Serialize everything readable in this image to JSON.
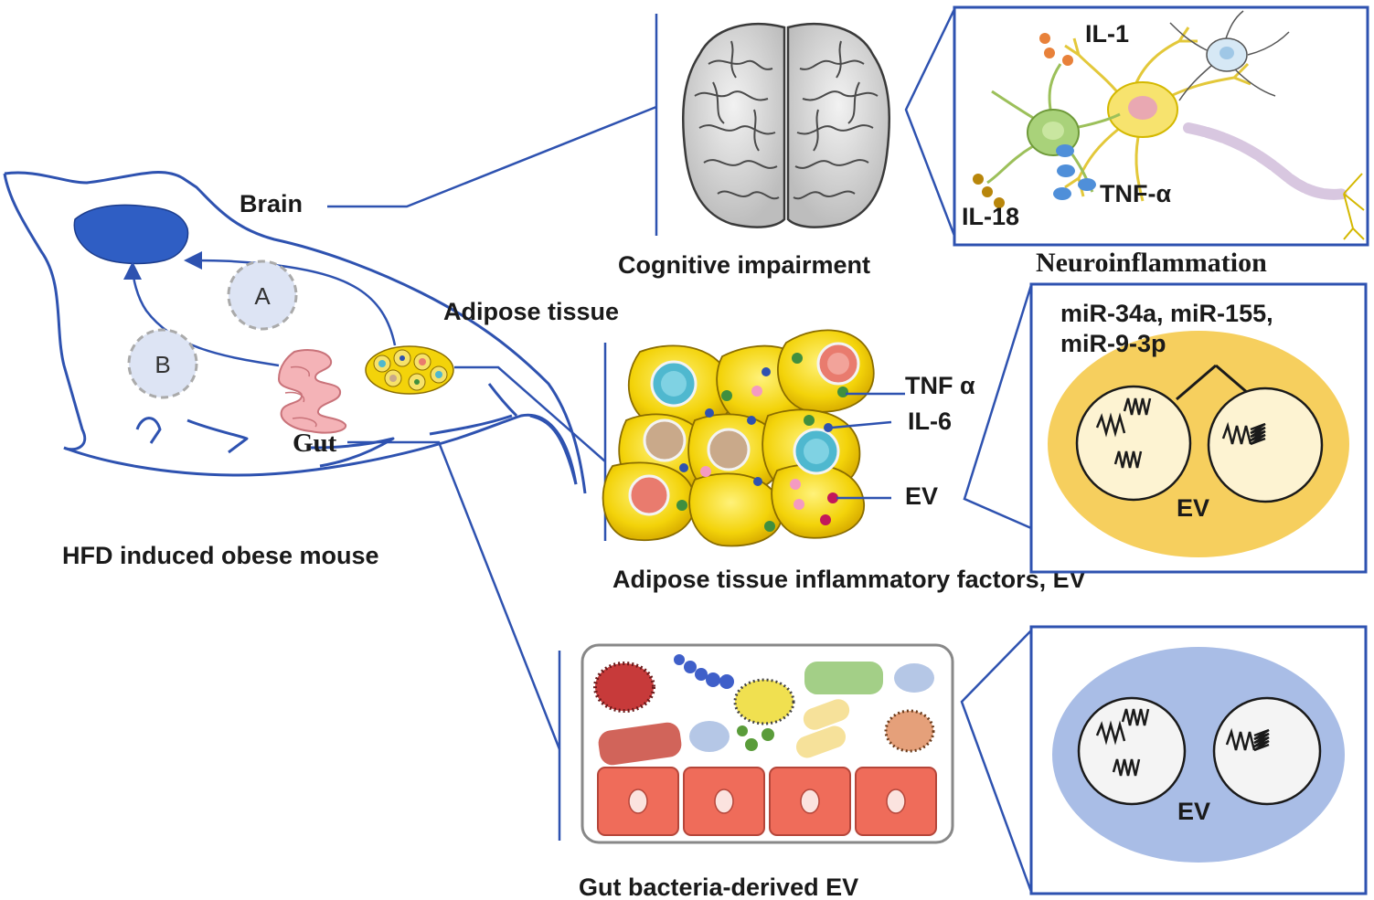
{
  "labels": {
    "brain": "Brain",
    "adipose_tissue": "Adipose tissue",
    "gut": "Gut",
    "mouse": "HFD induced obese mouse",
    "cognitive": "Cognitive impairment",
    "neuroinflammation": "Neuroinflammation",
    "adipose_factors": "Adipose tissue inflammatory factors, EV",
    "gut_ev": "Gut bacteria-derived EV",
    "circle_a": "A",
    "circle_b": "B"
  },
  "cytokines": {
    "il1": "IL-1",
    "il18": "IL-18",
    "tnf_alpha": "TNF-α",
    "tnf_a": "TNF α",
    "il6": "IL-6",
    "ev": "EV"
  },
  "mirna": {
    "line1": "miR-34a, miR-155,",
    "line2": "miR-9-3p"
  },
  "ev_labels": {
    "adipose_ev": "EV",
    "gut_ev": "EV"
  },
  "colors": {
    "line_blue": "#2e52b0",
    "mouse_fill": "#2f5ec4",
    "adipocyte_yellow": "#f3d30a",
    "ev_orange": "#f6cf5e",
    "ev_blue": "#a9bde6",
    "gut_pink": "#f4b3b7",
    "epithelium": "#ef6c5a"
  }
}
